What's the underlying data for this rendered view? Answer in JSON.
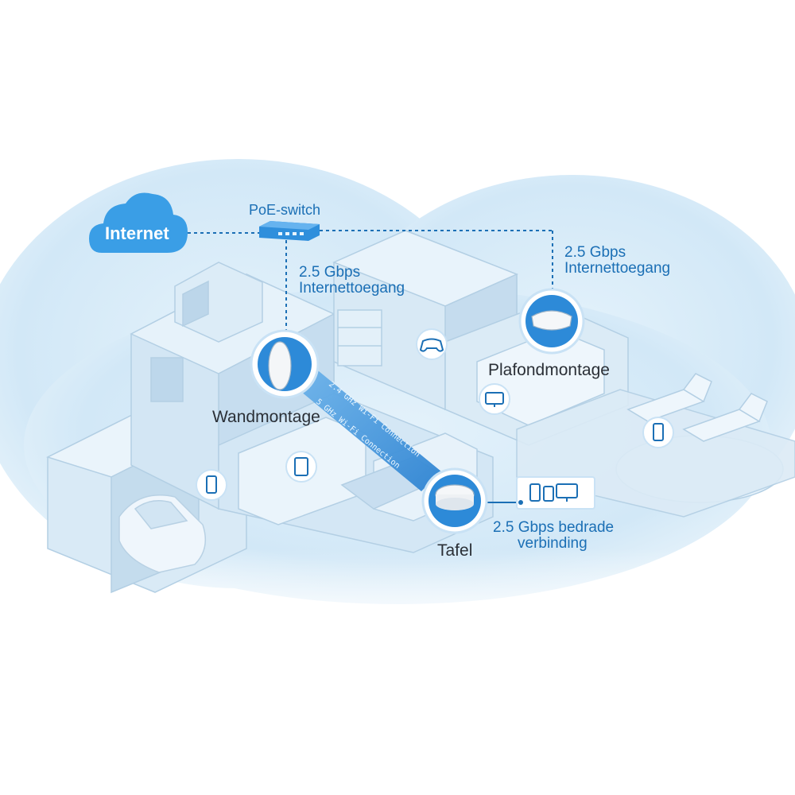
{
  "labels": {
    "internet": "Internet",
    "poe_switch": "PoE-switch",
    "left_speed": "2.5 Gbps",
    "left_access": "Internettoegang",
    "right_speed": "2.5 Gbps",
    "right_access": "Internettoegang",
    "wall_mount": "Wandmontage",
    "ceiling_mount": "Plafondmontage",
    "table": "Tafel",
    "wired_line1": "2.5 Gbps bedrade",
    "wired_line2": "verbinding",
    "band_24": "2.4 GHz Wi-Fi Connection",
    "band_5": "5 GHz Wi-Fi Connection"
  },
  "colors": {
    "accent": "#1b6fb5",
    "bubble": "#d6ebf8",
    "house": "#cfe3f1",
    "beam": "#3d8fd8"
  },
  "icons": [
    "cloud-icon",
    "poe-switch-icon",
    "wall-mount-ap-icon",
    "ceiling-mount-ap-icon",
    "table-ap-icon",
    "gamepad-icon",
    "monitor-icon",
    "tablet-icon",
    "phone-icon",
    "wired-devices-icon",
    "car-icon",
    "lounge-chair-icon"
  ]
}
